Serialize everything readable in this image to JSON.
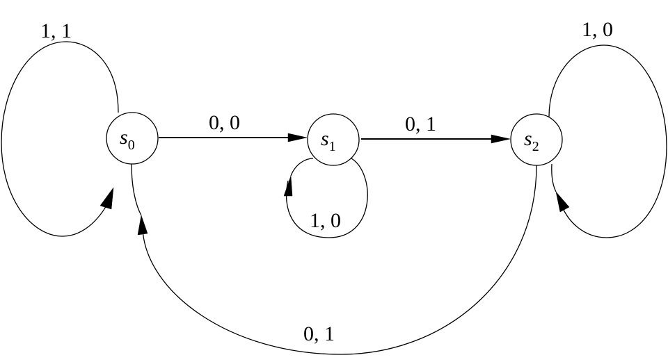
{
  "states": [
    {
      "id": "s0",
      "letter": "s",
      "subscript": "0"
    },
    {
      "id": "s1",
      "letter": "s",
      "subscript": "1"
    },
    {
      "id": "s2",
      "letter": "s",
      "subscript": "2"
    }
  ],
  "transitions": [
    {
      "from": "s0",
      "to": "s0",
      "label": "1, 1"
    },
    {
      "from": "s0",
      "to": "s1",
      "label": "0, 0"
    },
    {
      "from": "s1",
      "to": "s1",
      "label": "1, 0"
    },
    {
      "from": "s1",
      "to": "s2",
      "label": "0, 1"
    },
    {
      "from": "s2",
      "to": "s2",
      "label": "1, 0"
    },
    {
      "from": "s2",
      "to": "s0",
      "label": "0, 1"
    }
  ]
}
